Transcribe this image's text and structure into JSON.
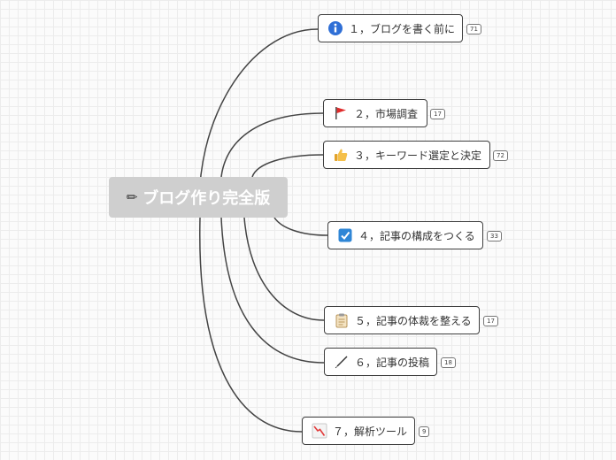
{
  "central": {
    "title": "ブログ作り完全版",
    "icon": "pencil-icon"
  },
  "nodes": [
    {
      "label": "１，ブログを書く前に",
      "count": "71",
      "icon": "info-icon"
    },
    {
      "label": "２，市場調査",
      "count": "17",
      "icon": "red-flag-icon"
    },
    {
      "label": "３，キーワード選定と決定",
      "count": "72",
      "icon": "thumbs-up-icon"
    },
    {
      "label": "４，記事の構成をつくる",
      "count": "33",
      "icon": "checkbox-icon"
    },
    {
      "label": "５，記事の体裁を整える",
      "count": "17",
      "icon": "clipboard-icon"
    },
    {
      "label": "６，記事の投稿",
      "count": "18",
      "icon": "pen-icon"
    },
    {
      "label": "７，解析ツール",
      "count": "9",
      "icon": "chart-down-icon"
    }
  ],
  "colors": {
    "central_bg": "#cfcfcf",
    "border": "#3e3e3e",
    "line": "#444444"
  }
}
